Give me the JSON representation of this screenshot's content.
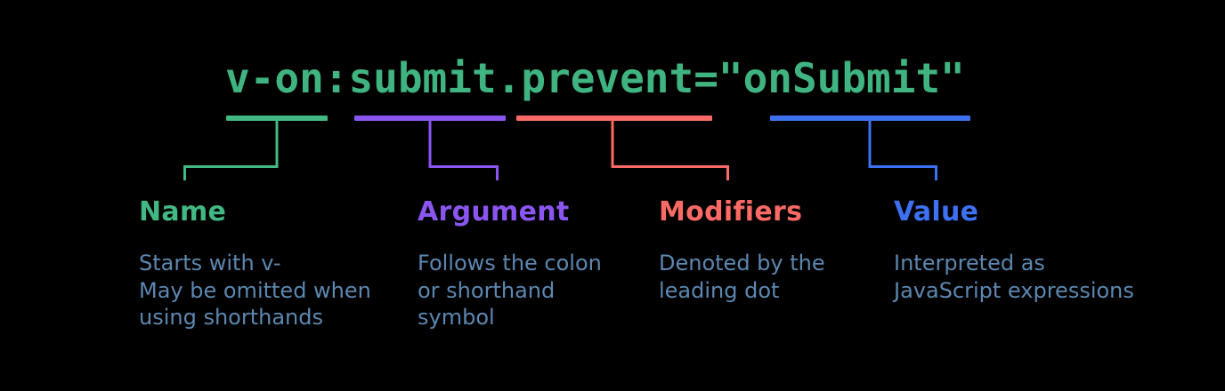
{
  "code_line": "v-on:submit.prevent=\"onSubmit\"",
  "colors": {
    "background": "#000000",
    "code": "#40b480",
    "description": "#5d87b0",
    "name": "#42b883",
    "argument": "#8b55f0",
    "modifiers": "#fb6a64",
    "value": "#3e70f2"
  },
  "annotations": [
    {
      "id": "name",
      "target_token": "v-on",
      "label": "Name",
      "description_lines": [
        "Starts with v-",
        "May be omitted when",
        "using shorthands"
      ]
    },
    {
      "id": "argument",
      "target_token": "submit",
      "label": "Argument",
      "description_lines": [
        "Follows the colon",
        "or shorthand",
        "symbol"
      ]
    },
    {
      "id": "modifiers",
      "target_token": "prevent",
      "label": "Modifiers",
      "description_lines": [
        "Denoted by the",
        "leading dot"
      ]
    },
    {
      "id": "value",
      "target_token": "onSubmit",
      "label": "Value",
      "description_lines": [
        "Interpreted as",
        "JavaScript expressions"
      ]
    }
  ]
}
